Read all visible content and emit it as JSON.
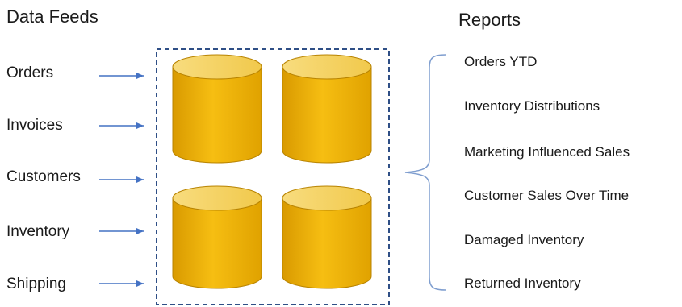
{
  "feeds": {
    "heading": "Data Feeds",
    "items": [
      "Orders",
      "Invoices",
      "Customers",
      "Inventory",
      "Shipping"
    ]
  },
  "reports": {
    "heading": "Reports",
    "items": [
      "Orders YTD",
      "Inventory Distributions",
      "Marketing Influenced Sales",
      "Customer Sales Over Time",
      "Damaged Inventory",
      "Returned Inventory"
    ]
  },
  "colors": {
    "arrow": "#4472c4",
    "dashed_border": "#2f4f86",
    "cylinder_body": "#f2b705",
    "cylinder_dark": "#b88300",
    "cylinder_top": "#f7d46a",
    "brace": "#7f9ecf"
  }
}
